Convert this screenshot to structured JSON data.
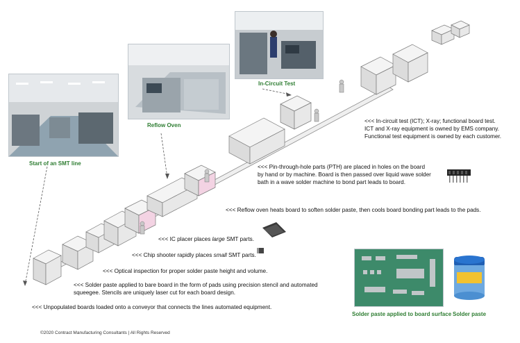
{
  "labels": {
    "start": "Start of an SMT line",
    "reflow": "Reflow Oven",
    "ict": "In-Circuit Test",
    "paste_board": "Solder paste applied to board surface",
    "paste": "Solder paste"
  },
  "notes": {
    "ict": [
      "<<<  In-circuit test (ICT);  X-ray; functional board test.",
      "ICT and X-ray equipment is owned by EMS company.",
      "Functional test equipment is owned by each customer."
    ],
    "pth": [
      "<<< Pin-through-hole parts (PTH) are placed in holes on the board",
      "by hand or by  machine.  Board is then passed over liquid wave solder",
      " bath in a wave solder machine to bond part leads to board."
    ],
    "reflow": "<<< Reflow oven heats board to soften solder paste, then cools board bonding part leads to the pads.",
    "ic_pre": "<<< IC placer places ",
    "ic_em": "large",
    "ic_post": " SMT parts.",
    "chip_pre": "<<< Chip shooter rapidly places ",
    "chip_em": "small",
    "chip_post": " SMT parts.",
    "optical": "<<< Optical inspection for proper solder paste height and volume.",
    "paste": [
      "<<<  Solder paste  applied to bare board in the form of pads using precision stencil and automated",
      "squeegee.  Stencils are uniquely laser cut for each board design."
    ],
    "load": "<<<  Unpopulated boards loaded onto a conveyor that connects the lines automated equipment."
  },
  "copyright": "©2020 Contract Manufacturing Consultants | All Rights Reserved",
  "colors": {
    "label_green": "#2e7d32",
    "line_sketch": "#8a8a8a",
    "pink_accent": "#e9a6c9"
  }
}
